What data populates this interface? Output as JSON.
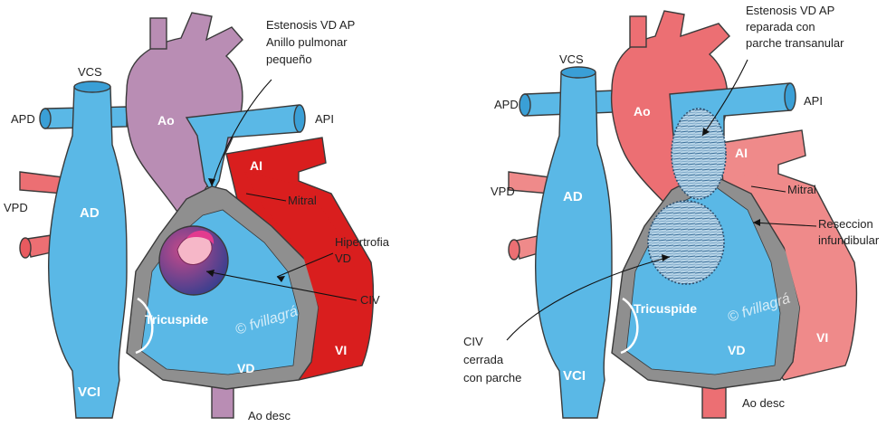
{
  "colors": {
    "venous_blue": "#5ab8e6",
    "venous_blue_dark": "#2f8fc9",
    "aorta_purple": "#b98db4",
    "aorta_pink": "#ec6f73",
    "left_heart_red": "#d91e1e",
    "left_heart_pink": "#ef8a8a",
    "wall_grey": "#8f8f8f",
    "patch_blue": "#9cc3dd"
  },
  "left_diagram": {
    "labels": {
      "vcs": "VCS",
      "apd": "APD",
      "vpd": "VPD",
      "ad": "AD",
      "vci": "VCI",
      "ao": "Ao",
      "api": "API",
      "ai": "AI",
      "mitral": "Mitral",
      "tricuspide": "Tricuspide",
      "vd": "VD",
      "vi": "VI",
      "ao_desc": "Ao desc",
      "estenosis": [
        "Estenosis VD AP",
        "Anillo pulmonar",
        "pequeño"
      ],
      "hipertrofia": [
        "Hipertrofia",
        "VD"
      ],
      "civ": "CIV"
    },
    "watermark": "© fvillagrá"
  },
  "right_diagram": {
    "labels": {
      "vcs": "VCS",
      "apd": "APD",
      "vpd": "VPD",
      "ad": "AD",
      "vci": "VCI",
      "ao": "Ao",
      "api": "API",
      "ai": "AI",
      "mitral": "Mitral",
      "tricuspide": "Tricuspide",
      "vd": "VD",
      "vi": "VI",
      "ao_desc": "Ao desc",
      "estenosis": [
        "Estenosis VD AP",
        "reparada con",
        "parche transanular"
      ],
      "reseccion": [
        "Reseccion",
        "infundibular"
      ],
      "civ": [
        "CIV",
        "cerrada",
        "con parche"
      ]
    },
    "watermark": "© fvillagrá"
  }
}
